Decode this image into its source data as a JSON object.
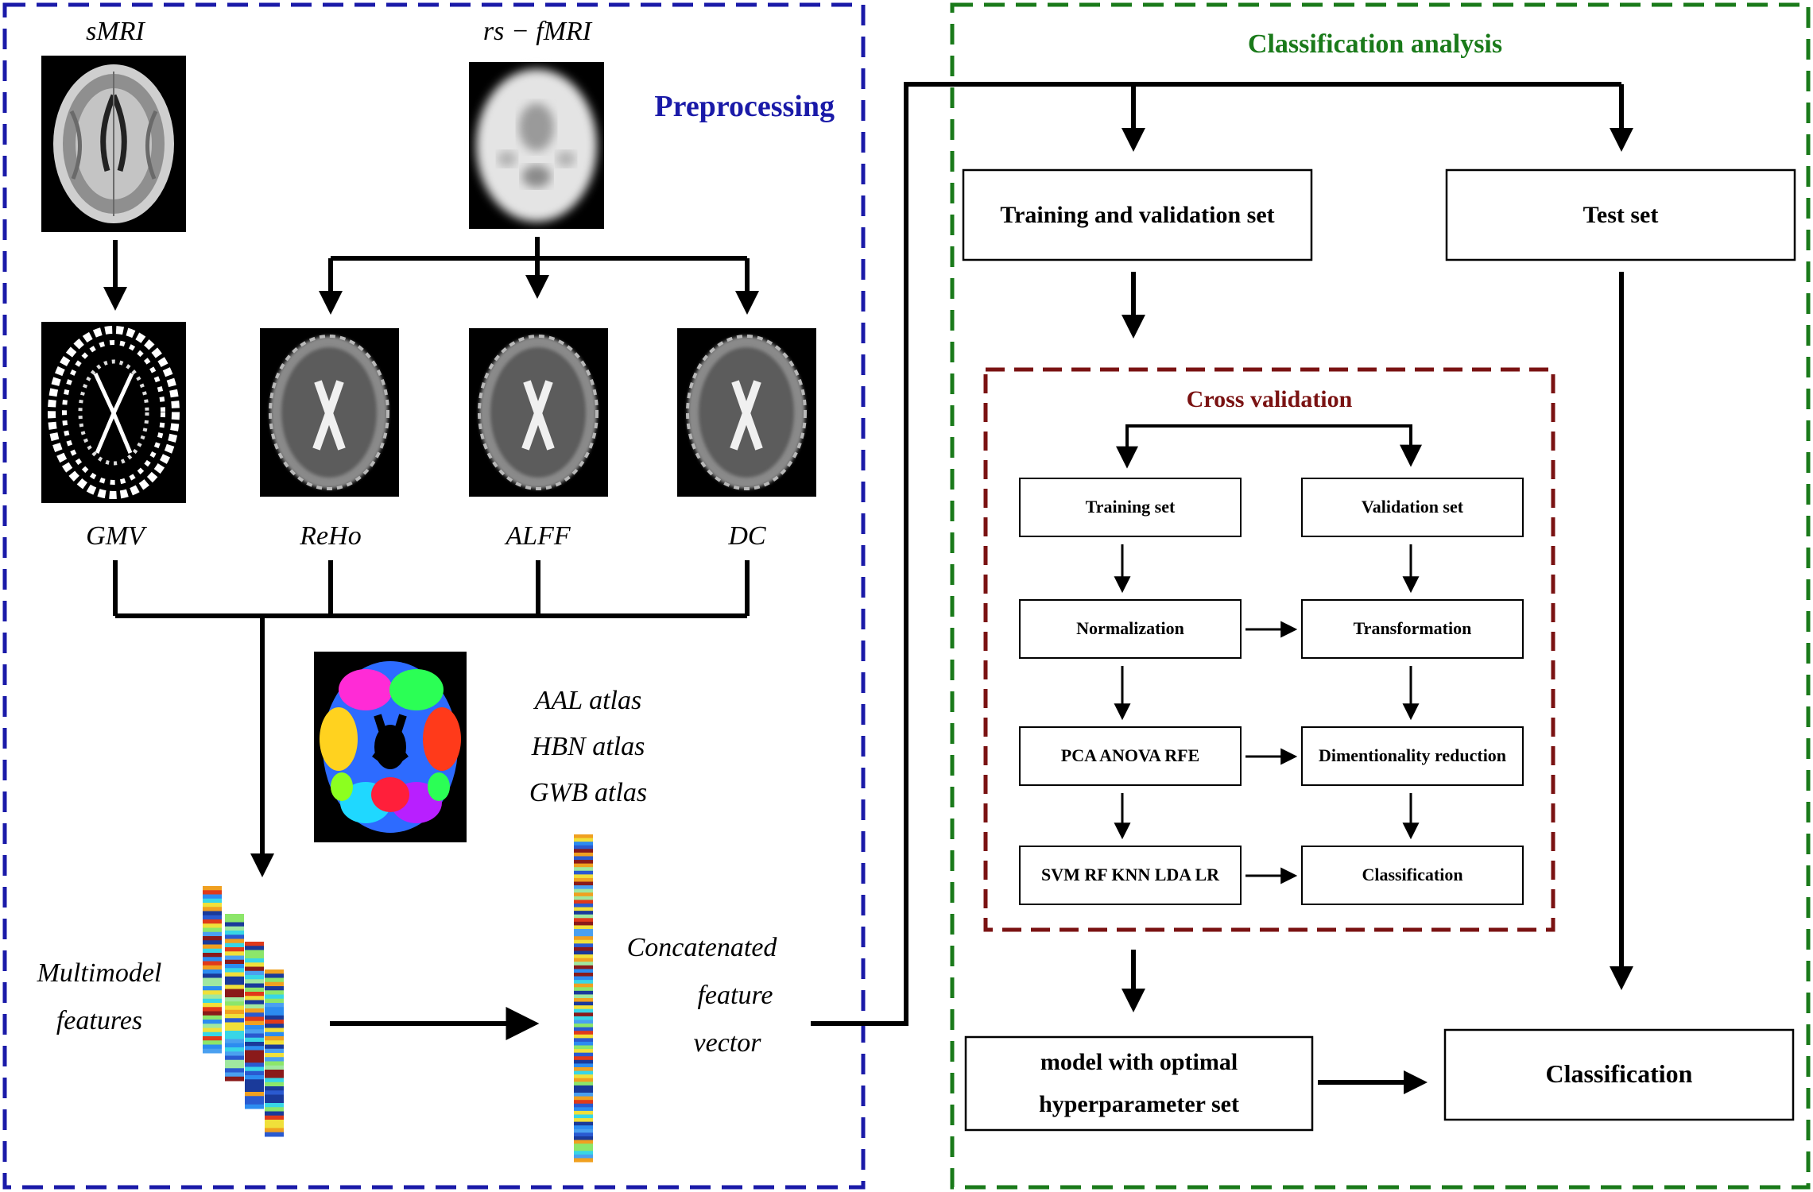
{
  "preprocessing": {
    "title": "Preprocessing",
    "title_color": "#1a1aa8",
    "border_color": "#1a1aa8",
    "smri_label": "sMRI",
    "fmri_label": "rs − fMRI",
    "gmv_label": "GMV",
    "reho_label": "ReHo",
    "alff_label": "ALFF",
    "dc_label": "DC",
    "atlases": [
      "AAL atlas",
      "HBN atlas",
      "GWB atlas"
    ],
    "multimodel_label": [
      "Multimodel",
      "features"
    ],
    "concat_label": [
      "Concatenated",
      "feature",
      "vector"
    ]
  },
  "classification": {
    "title": "Classification analysis",
    "title_color": "#1a7a1a",
    "border_color": "#1a7a1a",
    "train_val_set": "Training and validation set",
    "test_set": "Test set",
    "optimal_model": [
      "model with optimal",
      "hyperparameter set"
    ],
    "final_classification": "Classification"
  },
  "cross_validation": {
    "title": "Cross validation",
    "title_color": "#7a1212",
    "border_color": "#7a1212",
    "left_steps": [
      "Training set",
      "Normalization",
      "PCA ANOVA RFE",
      "SVM RF KNN LDA LR"
    ],
    "right_steps": [
      "Validation set",
      "Transformation",
      "Dimentionality reduction",
      "Classification"
    ]
  }
}
